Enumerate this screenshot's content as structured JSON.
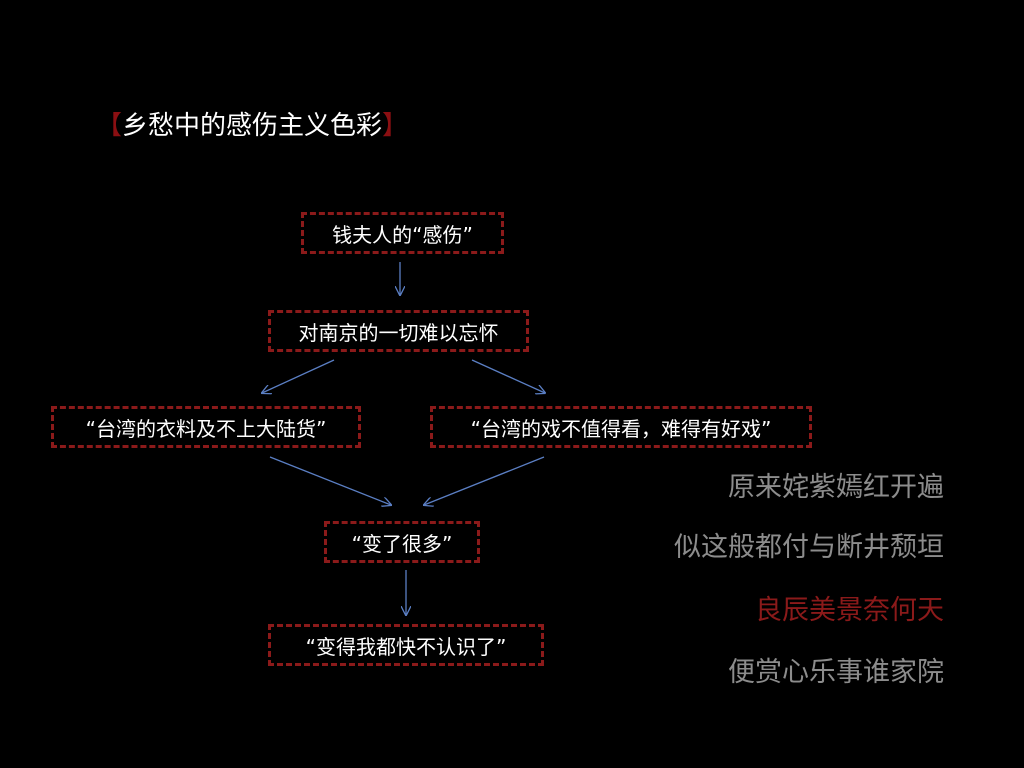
{
  "title": {
    "open_bracket": "【",
    "text": "乡愁中的感伤主义色彩",
    "close_bracket": "】"
  },
  "diagram": {
    "nodes": [
      {
        "id": "n1",
        "label": "钱夫人的“感伤”"
      },
      {
        "id": "n2",
        "label": "对南京的一切难以忘怀"
      },
      {
        "id": "n3",
        "label": "“台湾的衣料及不上大陆货”"
      },
      {
        "id": "n4",
        "label": "“台湾的戏不值得看，难得有好戏”"
      },
      {
        "id": "n5",
        "label": "“变了很多”"
      },
      {
        "id": "n6",
        "label": "“变得我都快不认识了”"
      }
    ],
    "edges": [
      {
        "from": "n1",
        "to": "n2"
      },
      {
        "from": "n2",
        "to": "n3"
      },
      {
        "from": "n2",
        "to": "n4"
      },
      {
        "from": "n3",
        "to": "n5"
      },
      {
        "from": "n4",
        "to": "n5"
      },
      {
        "from": "n5",
        "to": "n6"
      }
    ]
  },
  "poem": {
    "lines": [
      {
        "text": "原来姹紫嫣红开遍",
        "color": "#8c8c8c"
      },
      {
        "text": "似这般都付与断井颓垣",
        "color": "#8c8c8c"
      },
      {
        "text": "良辰美景奈何天",
        "color": "#8b1a1a"
      },
      {
        "text": "便赏心乐事谁家院",
        "color": "#8c8c8c"
      }
    ]
  },
  "colors": {
    "background": "#000000",
    "border": "#8b1a1a",
    "arrow": "#5b7fc4",
    "text": "#ffffff"
  }
}
